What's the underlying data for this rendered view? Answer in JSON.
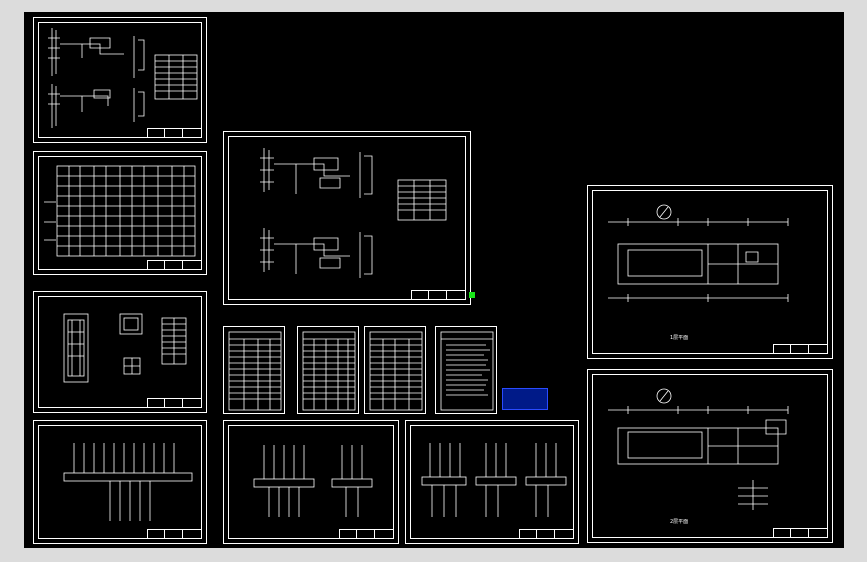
{
  "workspace": {
    "background": "#dcdcdc",
    "canvas_color": "#000000",
    "line_color": "#ffffff",
    "accent_green": "#19e619",
    "accent_red": "#ff2d2d",
    "accent_blue": "#001a88"
  },
  "sheets": [
    {
      "id": "sheet-1",
      "kind": "wiring-diagram"
    },
    {
      "id": "sheet-2",
      "kind": "schedule-table"
    },
    {
      "id": "sheet-3",
      "kind": "cabinet-layout"
    },
    {
      "id": "sheet-4",
      "kind": "single-line-busbar"
    },
    {
      "id": "sheet-5",
      "kind": "wiring-diagram-large"
    },
    {
      "id": "sheet-6",
      "kind": "single-line-busbar"
    },
    {
      "id": "sheet-7",
      "kind": "single-line-busbar"
    },
    {
      "id": "sheet-8",
      "kind": "table-list"
    },
    {
      "id": "sheet-9",
      "kind": "table-list"
    },
    {
      "id": "sheet-10",
      "kind": "table-list"
    },
    {
      "id": "sheet-11",
      "kind": "notes"
    },
    {
      "id": "sheet-12",
      "kind": "floor-plan"
    },
    {
      "id": "sheet-13",
      "kind": "floor-plan"
    }
  ],
  "annotations": {
    "plan_label_1": "1层平面",
    "plan_label_2": "2层平面"
  }
}
